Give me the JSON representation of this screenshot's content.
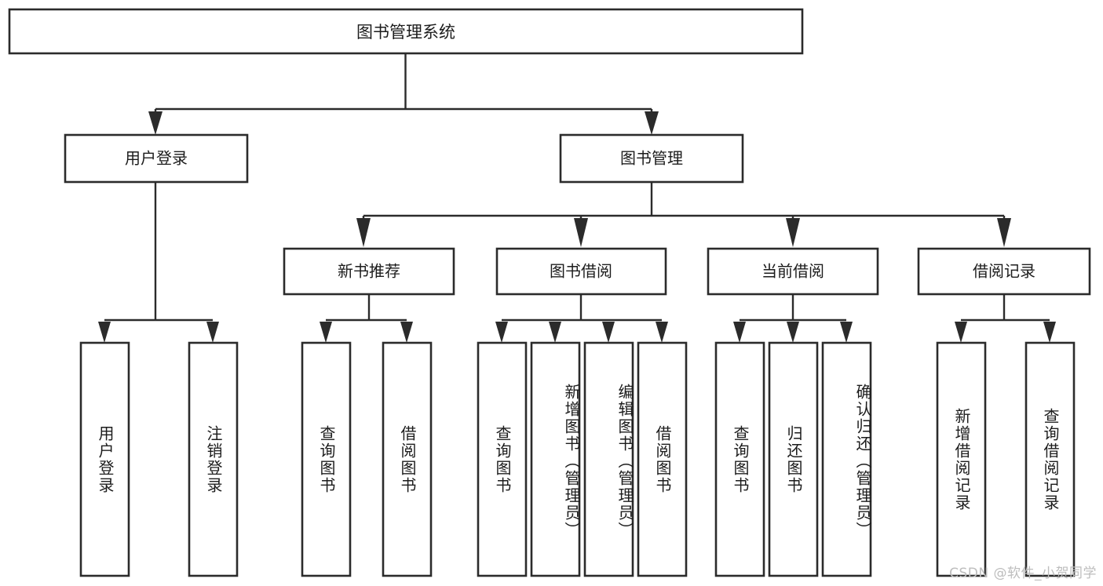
{
  "diagram": {
    "type": "tree-hierarchy-chart",
    "title": "图书管理系统",
    "watermark": "CSDN @软件_小贺同学",
    "colors": {
      "box_fill": "#ffffff",
      "box_stroke": "#2b2b2b",
      "connector": "#2b2b2b",
      "text": "#1c1c1c",
      "watermark": "#bdbdbd",
      "background": "#ffffff"
    },
    "levels": {
      "level1": [
        "图书管理系统"
      ],
      "level2": [
        "用户登录",
        "图书管理"
      ],
      "level3": [
        "新书推荐",
        "图书借阅",
        "当前借阅",
        "借阅记录"
      ],
      "level4": [
        "用户登录",
        "注销登录",
        "查询图书",
        "借阅图书",
        "查询图书",
        "新增图书（管理员）",
        "编辑图书（管理员）",
        "借阅图书",
        "查询图书",
        "归还图书",
        "确认归还（管理员）",
        "新增借阅记录",
        "查询借阅记录"
      ]
    },
    "root": {
      "label": "图书管理系统",
      "children": [
        {
          "label": "用户登录",
          "children": [
            {
              "label": "用户登录"
            },
            {
              "label": "注销登录"
            }
          ]
        },
        {
          "label": "图书管理",
          "children": [
            {
              "label": "新书推荐",
              "children": [
                {
                  "label": "查询图书"
                },
                {
                  "label": "借阅图书"
                }
              ]
            },
            {
              "label": "图书借阅",
              "children": [
                {
                  "label": "查询图书"
                },
                {
                  "label": "新增图书（管理员）"
                },
                {
                  "label": "编辑图书（管理员）"
                },
                {
                  "label": "借阅图书"
                }
              ]
            },
            {
              "label": "当前借阅",
              "children": [
                {
                  "label": "查询图书"
                },
                {
                  "label": "归还图书"
                },
                {
                  "label": "确认归还（管理员）"
                }
              ]
            },
            {
              "label": "借阅记录",
              "children": [
                {
                  "label": "新增借阅记录"
                },
                {
                  "label": "查询借阅记录"
                }
              ]
            }
          ]
        }
      ]
    },
    "nodes": {
      "root": {
        "label": "图书管理系统"
      },
      "l2_user_login": {
        "label": "用户登录"
      },
      "l2_book_mgmt": {
        "label": "图书管理"
      },
      "l3_new_book_rec": {
        "label": "新书推荐"
      },
      "l3_book_borrow": {
        "label": "图书借阅"
      },
      "l3_current_borrow": {
        "label": "当前借阅"
      },
      "l3_borrow_record": {
        "label": "借阅记录"
      },
      "l4_user_login": {
        "label": "用户登录"
      },
      "l4_logout": {
        "label": "注销登录"
      },
      "l4_query_book_a": {
        "label": "查询图书"
      },
      "l4_borrow_book_a": {
        "label": "借阅图书"
      },
      "l4_query_book_b": {
        "label": "查询图书"
      },
      "l4_add_book": {
        "label": "新增图书（管理员）"
      },
      "l4_edit_book": {
        "label": "编辑图书（管理员）"
      },
      "l4_borrow_book_b": {
        "label": "借阅图书"
      },
      "l4_query_book_c": {
        "label": "查询图书"
      },
      "l4_return_book": {
        "label": "归还图书"
      },
      "l4_confirm_return": {
        "label": "确认归还（管理员）"
      },
      "l4_add_record": {
        "label": "新增借阅记录"
      },
      "l4_query_record": {
        "label": "查询借阅记录"
      }
    }
  }
}
